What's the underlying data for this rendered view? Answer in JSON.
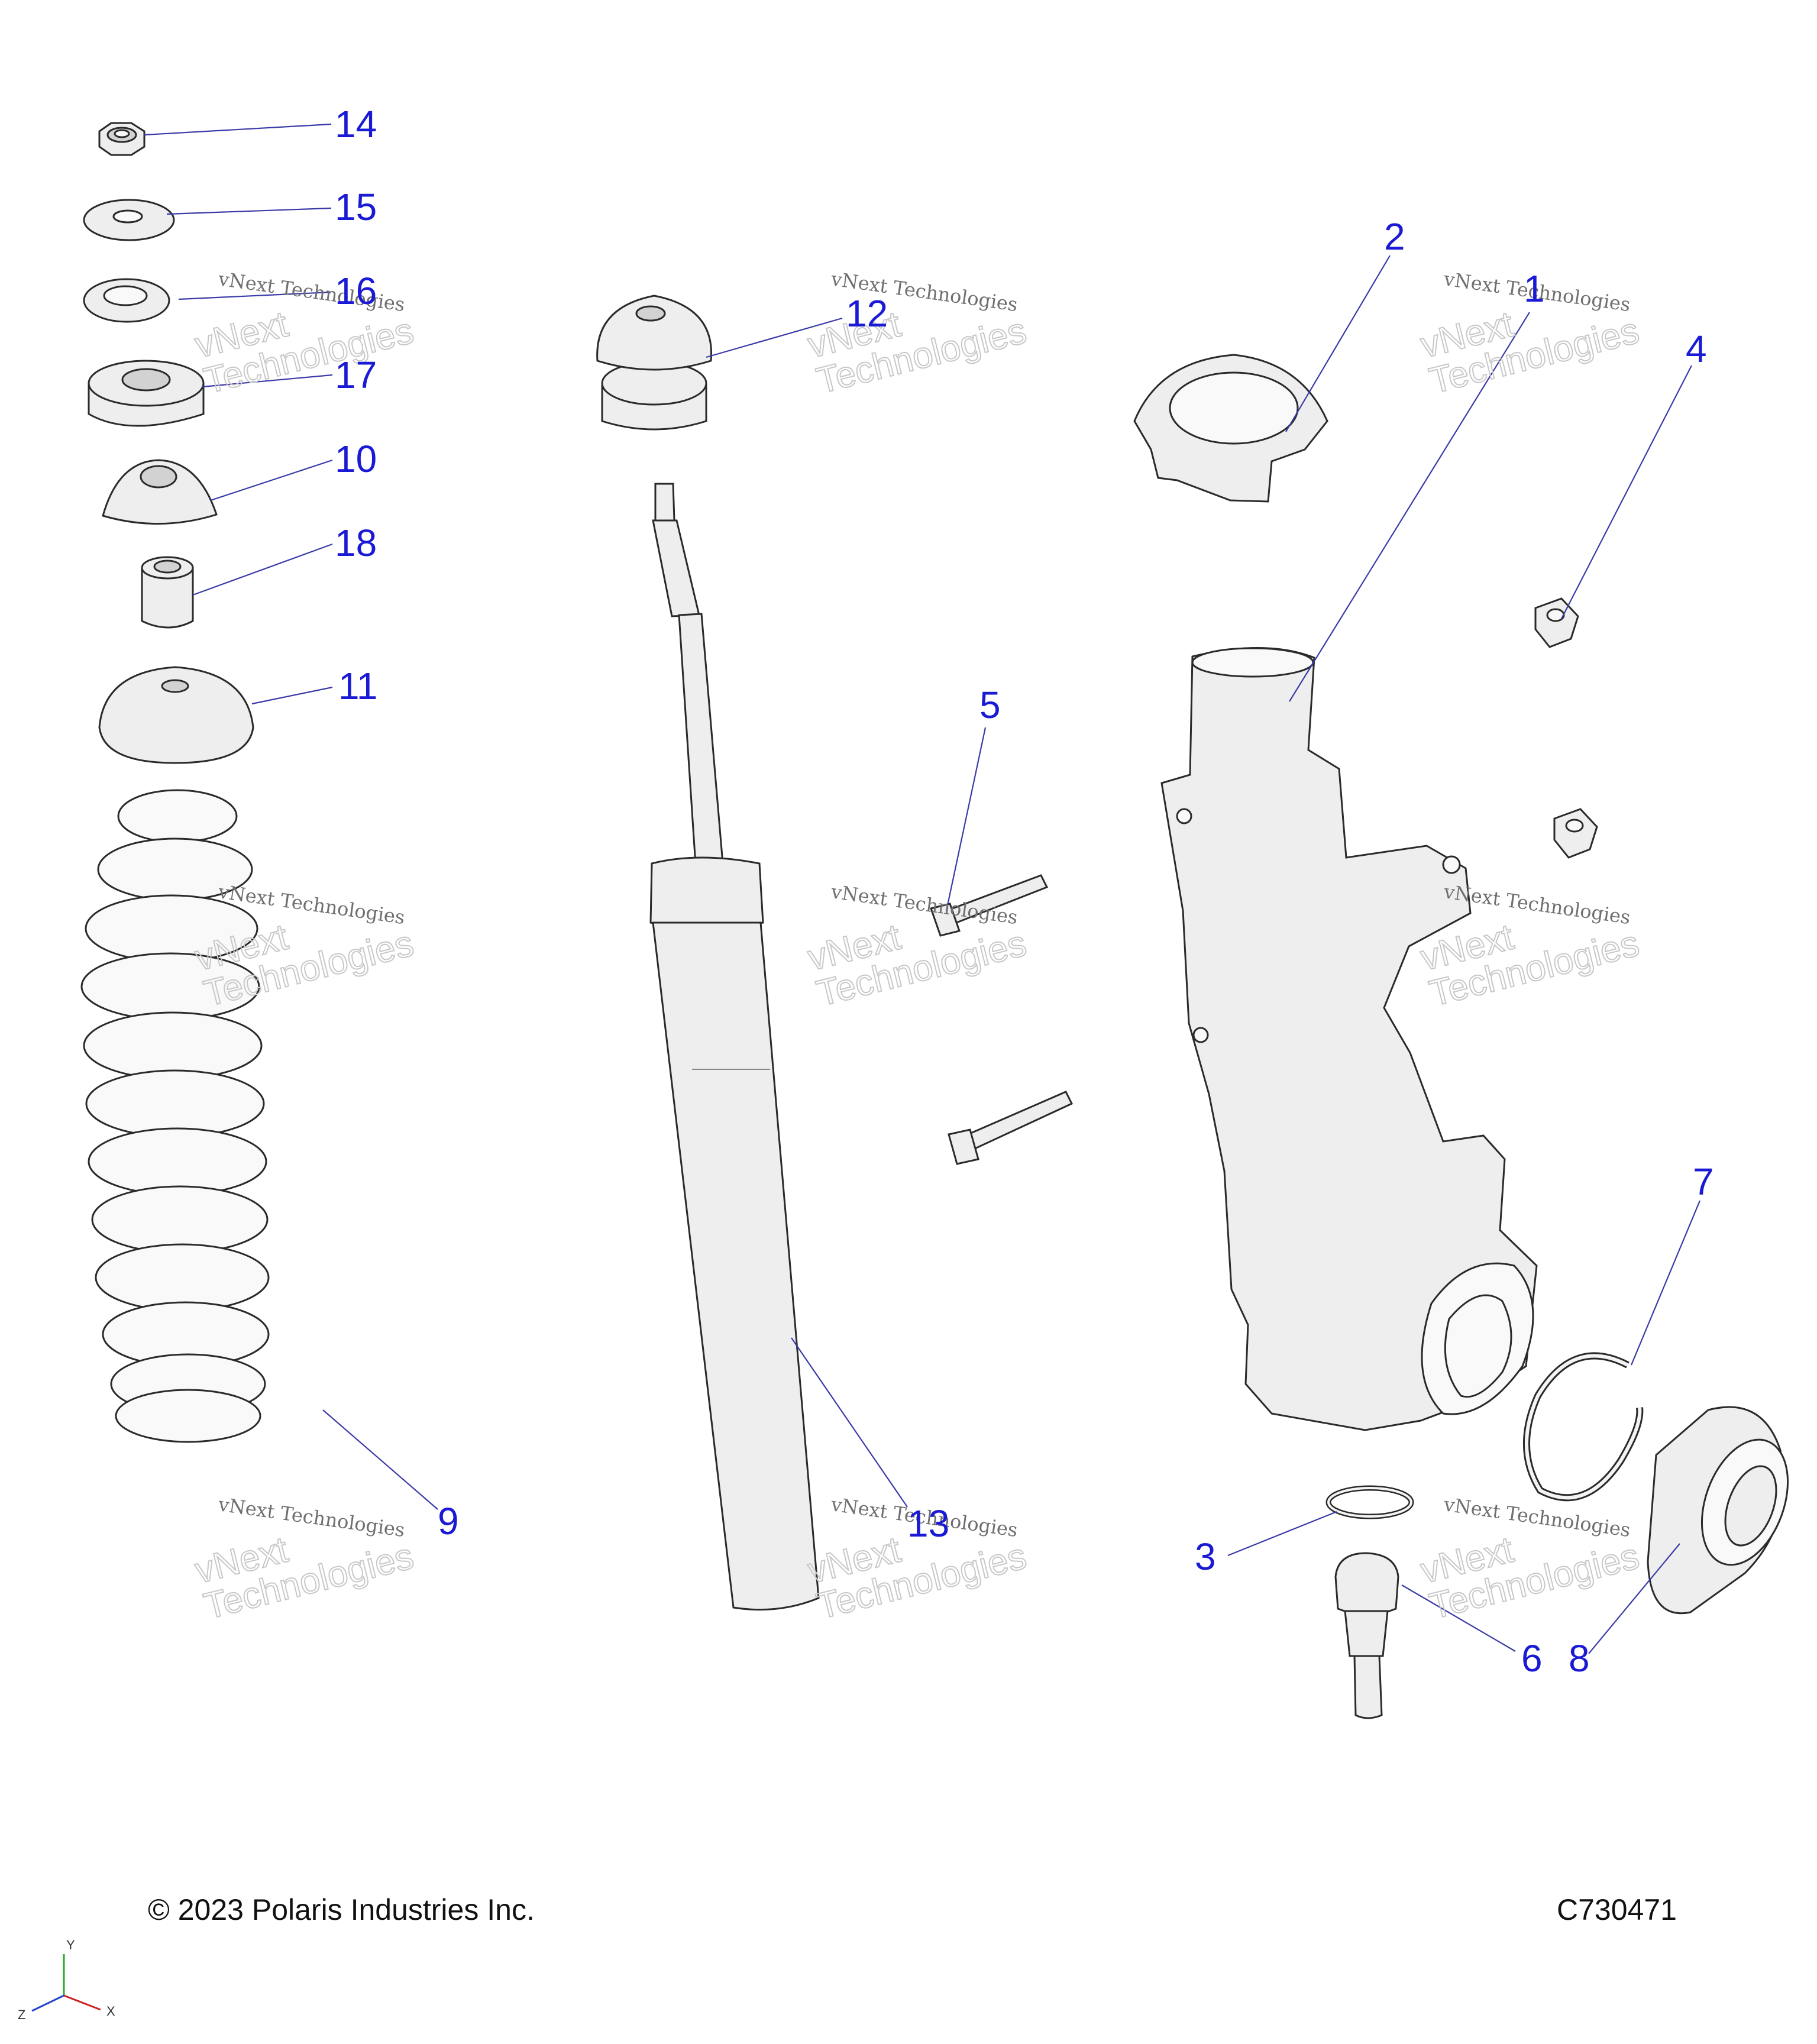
{
  "callouts": {
    "c1": "1",
    "c2": "2",
    "c3": "3",
    "c4": "4",
    "c5": "5",
    "c6": "6",
    "c7": "7",
    "c8": "8",
    "c9": "9",
    "c10": "10",
    "c11": "11",
    "c12": "12",
    "c13": "13",
    "c14": "14",
    "c15": "15",
    "c16": "16",
    "c17": "17",
    "c18": "18"
  },
  "watermark": {
    "line1": "vNext Technologies",
    "line2a": "vNext",
    "line2b": "Technologies"
  },
  "footer": {
    "copyright": "© 2023 Polaris Industries Inc.",
    "code": "C730471"
  },
  "axis": {
    "y": "Y",
    "x": "X",
    "z": "Z"
  },
  "colors": {
    "callout": "#1a1ad6",
    "leader": "#3a3aa8"
  }
}
